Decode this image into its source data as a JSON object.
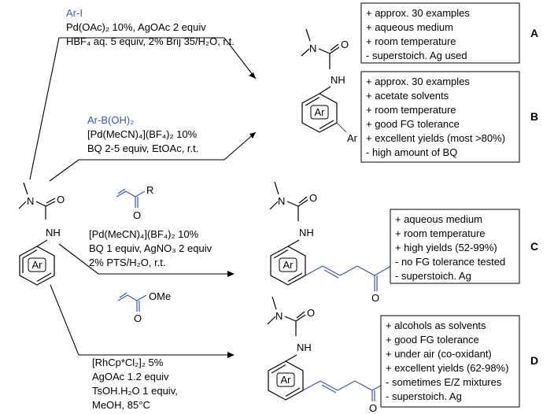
{
  "reactions": {
    "a": {
      "reagent": "Ar-I",
      "line1": "Pd(OAc)₂ 10%, AgOAc 2 equiv",
      "line2": "HBF₄ aq. 5 equiv, 2% Brij 35/H₂O, r.t."
    },
    "b": {
      "reagent": "Ar-B(OH)₂",
      "line1": "[Pd(MeCN)₄](BF₄)₂ 10%",
      "line2": "BQ 2-5 equiv, EtOAc, r.t."
    },
    "c": {
      "line1": "[Pd(MeCN)₄](BF₄)₂ 10%",
      "line2": "BQ 1 equiv, AgNO₃ 2 equiv",
      "line3": "2% PTS/H₂O, r.t."
    },
    "d": {
      "line1": "[RhCp*Cl₂]₂ 5%",
      "line2": "AgOAc 1.2 equiv",
      "line3": "TsOH.H₂O 1 equiv,",
      "line4": "MeOH, 85°C"
    }
  },
  "atoms": {
    "N": "N",
    "NH": "NH",
    "O": "O",
    "Ar": "Ar",
    "R": "R",
    "OMe": "OMe"
  },
  "boxes": {
    "A": {
      "label": "A",
      "lines": [
        "+ approx. 30 examples",
        "+ aqueous medium",
        "+ room temperature",
        "- superstoich. Ag used"
      ]
    },
    "B": {
      "label": "B",
      "lines": [
        "+ approx. 30 examples",
        "+ acetate solvents",
        "+ room temperature",
        "+ good FG tolerance",
        "+ excellent yields (most >80%)",
        "- high amount of BQ"
      ]
    },
    "C": {
      "label": "C",
      "lines": [
        "+ aqueous medium",
        "+ room temperature",
        "+ high yields (52-99%)",
        "- no FG tolerance tested",
        "- superstoich. Ag"
      ]
    },
    "D": {
      "label": "D",
      "lines": [
        "+ alcohols as solvents",
        "+ good FG tolerance",
        "+ under air (co-oxidant)",
        "+ excellent yields (62-98%)",
        "- sometimes E/Z mixtures",
        "- superstoich. Ag"
      ]
    }
  }
}
